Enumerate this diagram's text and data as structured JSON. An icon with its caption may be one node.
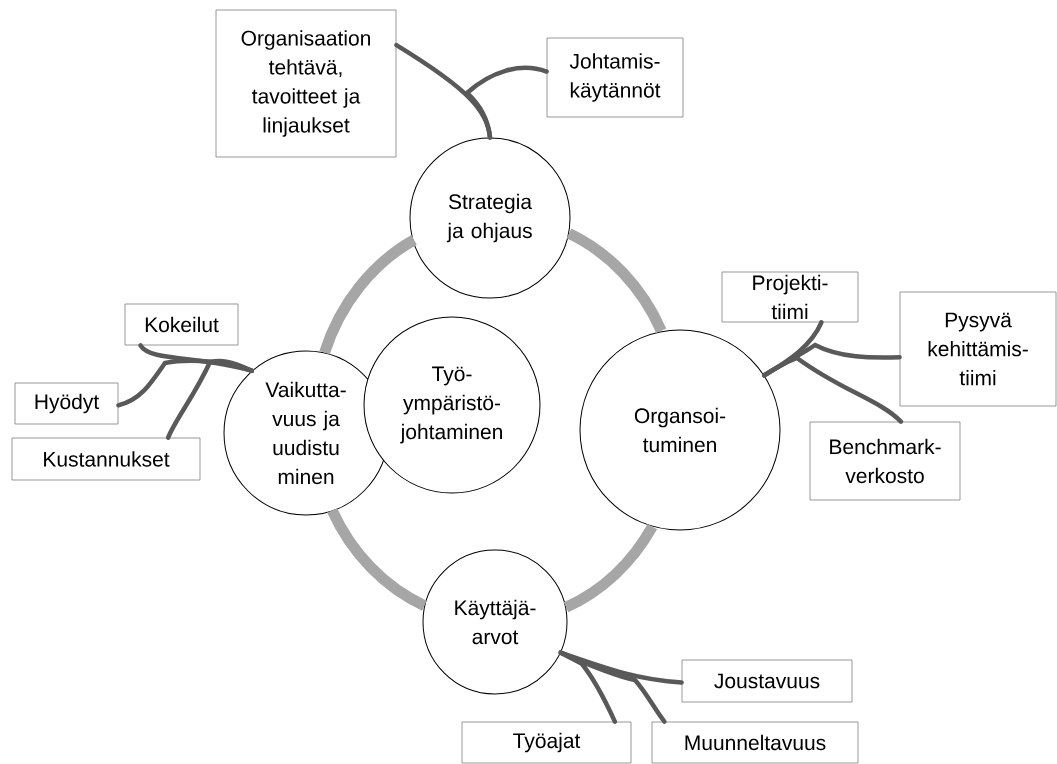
{
  "diagram": {
    "nodes": [
      {
        "text": [
          "Organisaation tehtävä, tavoitteet ja linjaukset"
        ]
      },
      {
        "text": [
          "Johtamis- käytännöt"
        ]
      },
      {
        "text": [
          "Strategia ja ohjaus"
        ]
      },
      {
        "text": [
          "Projekti- tiimi"
        ]
      },
      {
        "text": [
          "Pysyvä kehittämis- tiimi"
        ]
      },
      {
        "text": [
          "Kokeilut"
        ]
      },
      {
        "text": [
          "Vaikutta- vuus ja uudistu minen"
        ]
      },
      {
        "text": [
          "Työ- ympäristö- johtaminen"
        ]
      },
      {
        "text": [
          "Organsoi- tuminen"
        ]
      },
      {
        "text": [
          "Hyödyt"
        ]
      },
      {
        "text": [
          "Kustannukset"
        ]
      },
      {
        "text": [
          "Benchmark- verkosto"
        ]
      },
      {
        "text": [
          "Käyttäjä- arvot"
        ]
      },
      {
        "text": [
          "Joustavuus"
        ]
      },
      {
        "text": [
          "Työajat"
        ]
      },
      {
        "text": [
          "Muunneltavuus"
        ]
      }
    ],
    "edges": [
      {
        "from": 2,
        "to": 0,
        "arrow": "none"
      },
      {
        "from": 2,
        "to": 1,
        "arrow": "none"
      },
      {
        "from": 8,
        "to": 3,
        "arrow": "none"
      },
      {
        "from": 8,
        "to": 4,
        "arrow": "none"
      },
      {
        "from": 8,
        "to": 11,
        "arrow": "none"
      },
      {
        "from": 6,
        "to": 5,
        "arrow": "none"
      },
      {
        "from": 6,
        "to": 9,
        "arrow": "none"
      },
      {
        "from": 6,
        "to": 10,
        "arrow": "none"
      },
      {
        "from": 12,
        "to": 13,
        "arrow": "none"
      },
      {
        "from": 12,
        "to": 14,
        "arrow": "none"
      },
      {
        "from": 12,
        "to": 15,
        "arrow": "none"
      },
      {
        "from": 2,
        "to": 8,
        "arrow": "none",
        "style": "thick",
        "color": "#a6a6a6"
      },
      {
        "from": 8,
        "to": 12,
        "arrow": "none",
        "style": "thick",
        "color": "#a6a6a6"
      },
      {
        "from": 12,
        "to": 6,
        "arrow": "none",
        "style": "thick",
        "color": "#a6a6a6"
      },
      {
        "from": 6,
        "to": 2,
        "arrow": "none",
        "style": "thick",
        "color": "#a6a6a6"
      }
    ]
  }
}
